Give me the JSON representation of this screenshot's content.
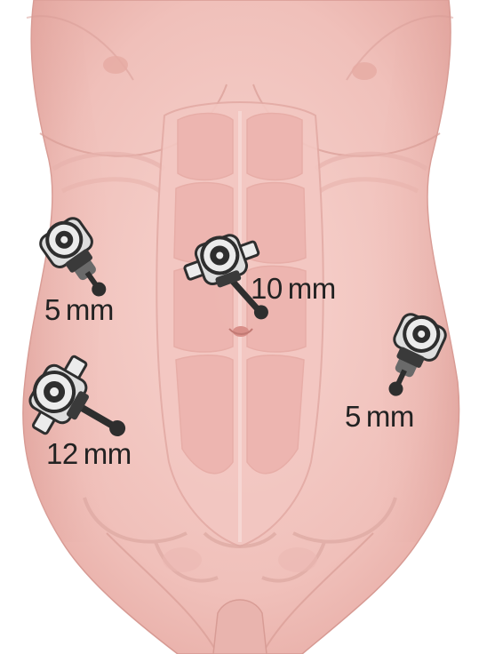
{
  "figure": {
    "ports": [
      {
        "id": "right-upper",
        "size": "5",
        "unit": "mm"
      },
      {
        "id": "umbilical",
        "size": "10",
        "unit": "mm"
      },
      {
        "id": "left-lateral",
        "size": "5",
        "unit": "mm"
      },
      {
        "id": "right-lower",
        "size": "12",
        "unit": "mm"
      }
    ]
  },
  "colors": {
    "skin": "#f3c9c4",
    "skin_dark": "#e3a7a1",
    "skin_light": "#f9dcd8",
    "muscle": "#edb1ad",
    "outline": "#c98e88",
    "trocar_dark": "#2e2e2e",
    "trocar_light": "#ececec",
    "label": "#222222"
  }
}
